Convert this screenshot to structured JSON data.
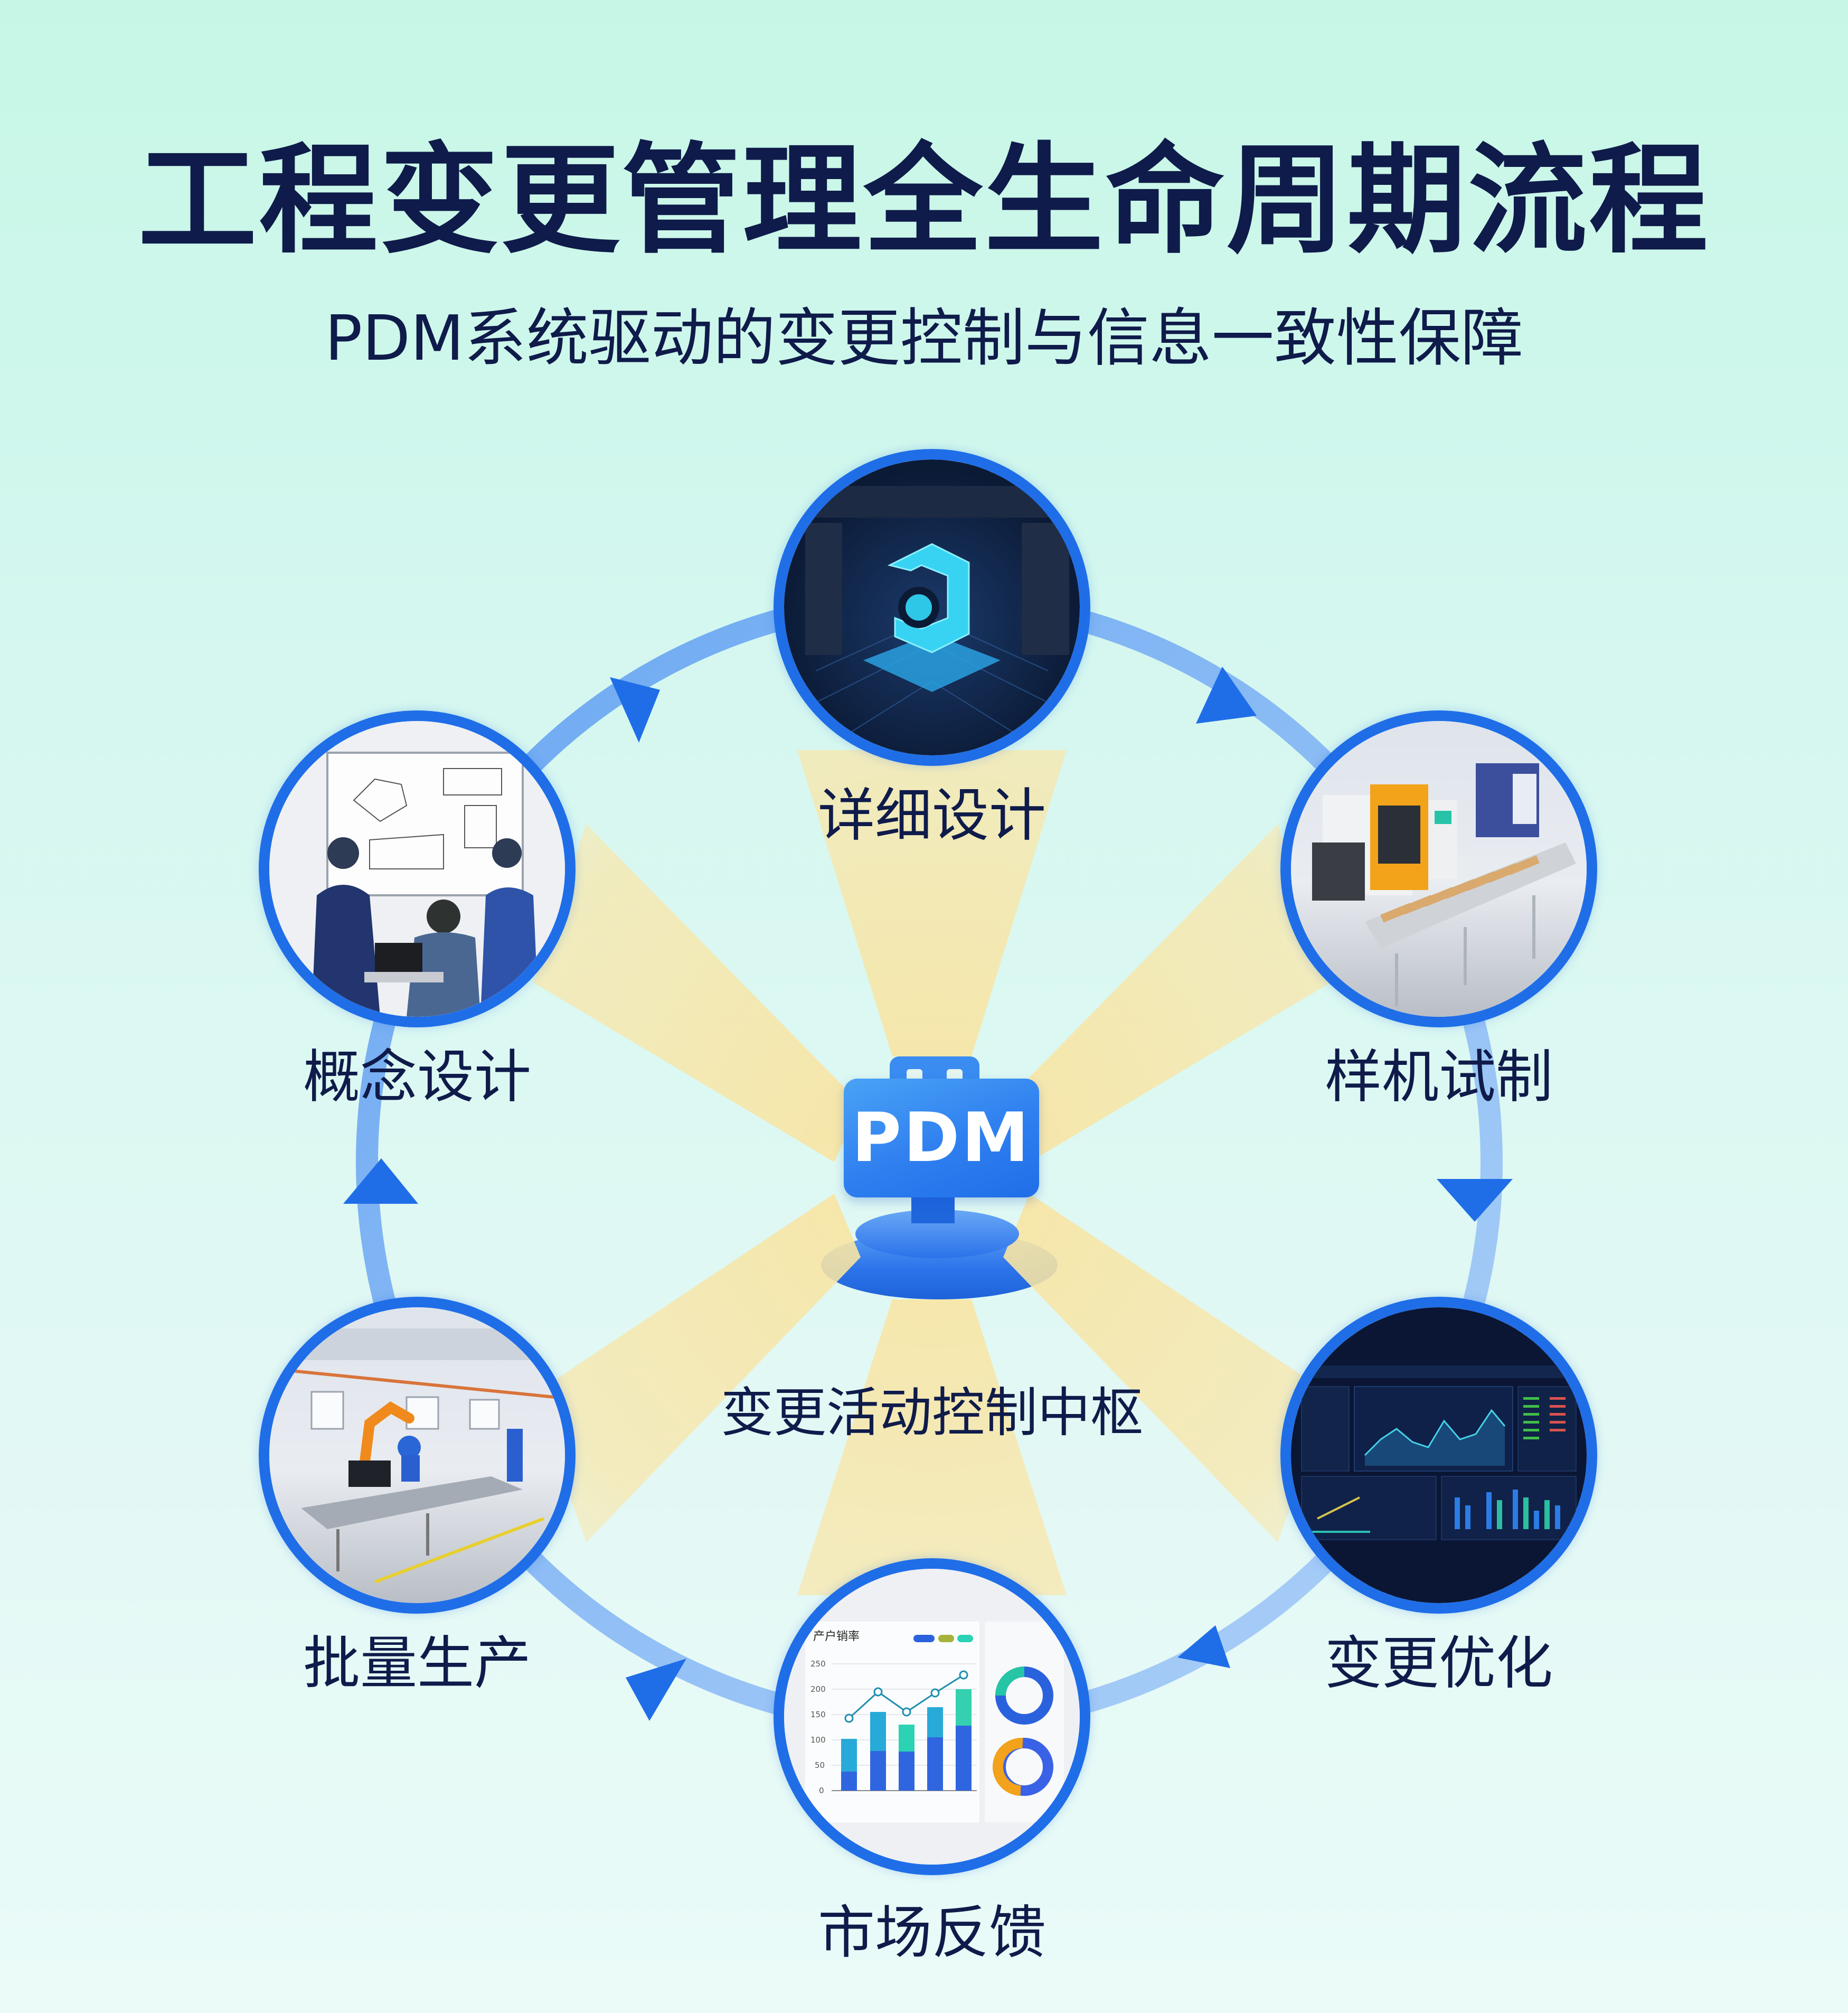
{
  "header": {
    "title": "工程变更管理全生命周期流程",
    "subtitle": "PDM系统驱动的变更控制与信息一致性保障"
  },
  "hub": {
    "icon_text": "PDM",
    "icon": "pdm-server-icon",
    "label": "变更活动控制中枢"
  },
  "stages": [
    {
      "id": "detailed-design",
      "label": "详细设计",
      "image": "3d-cad-model-screen"
    },
    {
      "id": "prototype",
      "label": "样机试制",
      "image": "cnc-machine-conveyor"
    },
    {
      "id": "change-optimization",
      "label": "变更优化",
      "image": "dark-analytics-dashboard"
    },
    {
      "id": "market-feedback",
      "label": "市场反馈",
      "image": "sales-chart-dashboard"
    },
    {
      "id": "mass-production",
      "label": "批量生产",
      "image": "factory-robot-arm"
    },
    {
      "id": "concept-design",
      "label": "概念设计",
      "image": "team-whiteboard-sketch"
    }
  ],
  "cycle": {
    "direction": "clockwise",
    "arrow_icons": [
      "arrow-right-icon",
      "arrow-down-icon",
      "arrow-down-left-icon",
      "arrow-left-icon",
      "arrow-up-icon",
      "arrow-up-right-icon"
    ]
  },
  "market_feedback_mini_chart": {
    "title": "产户销率",
    "y_ticks": [
      "250",
      "200",
      "150",
      "100",
      "50",
      "0"
    ],
    "stack_low": [
      38,
      78,
      77,
      105,
      128
    ],
    "stack_high": [
      102,
      155,
      130,
      165,
      200
    ],
    "line": [
      143,
      195,
      155,
      193,
      228
    ]
  },
  "colors": {
    "ring": "#1f6ee8",
    "arrow": "#1f6ee8",
    "ring_track": "#7fb2f4",
    "ray": "#f6e3a2",
    "text": "#0f1b4a",
    "bg_top": "#c6f7e6",
    "bg_bottom": "#eafbf8"
  }
}
